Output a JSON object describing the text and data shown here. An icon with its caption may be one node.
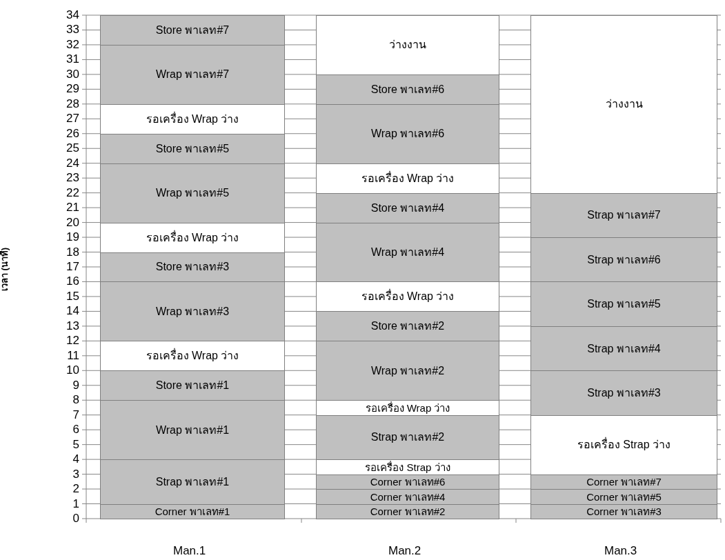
{
  "diagram": {
    "nodes": [
      {
        "text": [
          "Store พาเลท#7"
        ]
      },
      {
        "text": [
          "Wrap พาเลท#7"
        ]
      },
      {
        "text": [
          "รอเครื่อง Wrap ว่าง"
        ]
      },
      {
        "text": [
          "Store พาเลท#5"
        ]
      },
      {
        "text": [
          "Wrap พาเลท#5"
        ]
      },
      {
        "text": [
          "รอเครื่อง Wrap ว่าง"
        ]
      },
      {
        "text": [
          "Store พาเลท#3"
        ]
      },
      {
        "text": [
          "Wrap พาเลท#3"
        ]
      },
      {
        "text": [
          "รอเครื่อง Wrap ว่าง"
        ]
      },
      {
        "text": [
          "Store พาเลท#1"
        ]
      },
      {
        "text": [
          "Wrap พาเลท#1"
        ]
      },
      {
        "text": [
          "Strap พาเลท#1"
        ]
      },
      {
        "text": [
          "Corner พาเลท#1"
        ]
      },
      {
        "text": [
          "ว่างงาน"
        ]
      },
      {
        "text": [
          "Store พาเลท#6"
        ]
      },
      {
        "text": [
          "Wrap พาเลท#6"
        ]
      },
      {
        "text": [
          "รอเครื่อง Wrap ว่าง"
        ]
      },
      {
        "text": [
          "Store พาเลท#4"
        ]
      },
      {
        "text": [
          "Wrap พาเลท#4"
        ]
      },
      {
        "text": [
          "รอเครื่อง Wrap ว่าง"
        ]
      },
      {
        "text": [
          "Store พาเลท#2"
        ]
      },
      {
        "text": [
          "Wrap พาเลท#2"
        ]
      },
      {
        "text": [
          "รอเครื่อง Wrap ว่าง"
        ]
      },
      {
        "text": [
          "Strap พาเลท#2"
        ]
      },
      {
        "text": [
          "รอเครื่อง Strap ว่าง"
        ]
      },
      {
        "text": [
          "Corner พาเลท#6"
        ]
      },
      {
        "text": [
          "Corner พาเลท#4"
        ]
      },
      {
        "text": [
          "Corner พาเลท#2"
        ]
      },
      {
        "text": [
          "ว่างงาน"
        ]
      },
      {
        "text": [
          "Strap พาเลท#7"
        ]
      },
      {
        "text": [
          "Strap พาเลท#6"
        ]
      },
      {
        "text": [
          "Strap พาเลท#5"
        ]
      },
      {
        "text": [
          "Strap พาเลท#4"
        ]
      },
      {
        "text": [
          "Strap พาเลท#3"
        ]
      },
      {
        "text": [
          "รอเครื่อง Strap ว่าง"
        ]
      },
      {
        "text": [
          "Corner พาเลท#7"
        ]
      },
      {
        "text": [
          "Corner พาเลท#5"
        ]
      },
      {
        "text": [
          "Corner พาเลท#3"
        ]
      }
    ],
    "labels": [
      "เวลา (นาที)",
      "34",
      "33",
      "32",
      "31",
      "30",
      "29",
      "28",
      "27",
      "26",
      "25",
      "24",
      "23",
      "22",
      "21",
      "20",
      "19",
      "18",
      "17",
      "16",
      "15",
      "14",
      "13",
      "12",
      "11",
      "10",
      "9",
      "8",
      "7",
      "6",
      "5",
      "4",
      "3",
      "2",
      "1",
      "0",
      "Man.1",
      "Man.2",
      "Man.3"
    ]
  }
}
